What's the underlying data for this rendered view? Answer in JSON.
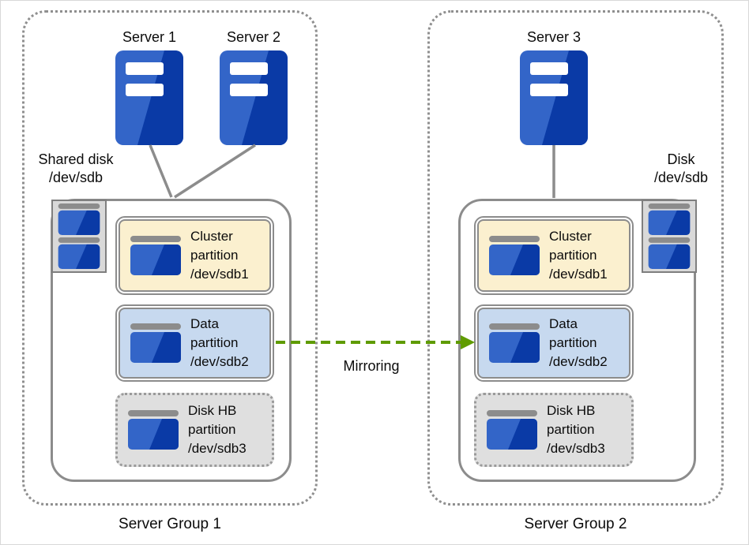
{
  "colors": {
    "blue_light": "#3365C8",
    "blue_dark": "#0A3AA6",
    "border_gray": "#8c8c8c",
    "group_border_gray": "#8f8f8f",
    "diskbox_bg": "#D9D9D9",
    "bar_gray": "#8c8c8c",
    "cluster_fill": "#FBF0CF",
    "data_fill": "#C7D9EF",
    "diskhb_fill": "#DFDFDF",
    "arrow_green": "#5F9B00",
    "connector_gray": "#8c8c8c"
  },
  "groups": [
    {
      "label": "Server Group 1",
      "servers": [
        {
          "label": "Server 1"
        },
        {
          "label": "Server 2"
        }
      ],
      "disk_caption_line1": "Shared disk",
      "disk_caption_line2": "/dev/sdb",
      "partitions": [
        {
          "line1": "Cluster",
          "line2": "partition",
          "line3": "/dev/sdb1"
        },
        {
          "line1": "Data",
          "line2": "partition",
          "line3": "/dev/sdb2"
        },
        {
          "line1": "Disk HB",
          "line2": "partition",
          "line3": "/dev/sdb3"
        }
      ]
    },
    {
      "label": "Server Group 2",
      "servers": [
        {
          "label": "Server 3"
        }
      ],
      "disk_caption_line1": "Disk",
      "disk_caption_line2": "/dev/sdb",
      "partitions": [
        {
          "line1": "Cluster",
          "line2": "partition",
          "line3": "/dev/sdb1"
        },
        {
          "line1": "Data",
          "line2": "partition",
          "line3": "/dev/sdb2"
        },
        {
          "line1": "Disk HB",
          "line2": "partition",
          "line3": "/dev/sdb3"
        }
      ]
    }
  ],
  "arrow": {
    "label": "Mirroring"
  }
}
